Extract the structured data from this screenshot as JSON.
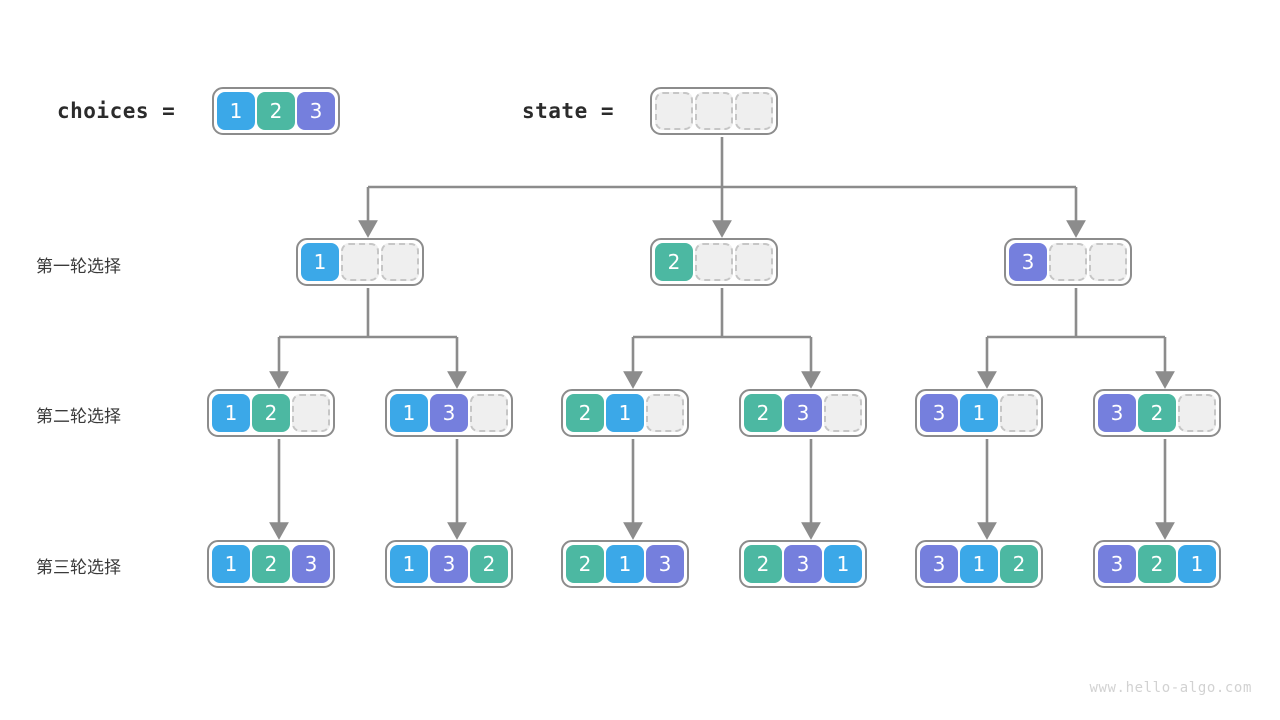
{
  "header": {
    "choices_label": "choices =",
    "state_label": "state ="
  },
  "rows": [
    {
      "label": "第一轮选择"
    },
    {
      "label": "第二轮选择"
    },
    {
      "label": "第三轮选择"
    }
  ],
  "colors": {
    "value_1": "#3ba8e8",
    "value_2": "#4cb8a2",
    "value_3": "#757fdd",
    "empty_fill": "#efefef",
    "empty_border": "#c6c6c6",
    "box_border": "#8c8c8c",
    "connector": "#8c8c8c",
    "text": "#2b2b2b",
    "watermark": "#d2d2d2",
    "background": "#ffffff"
  },
  "arrays": {
    "choices": {
      "cells": [
        "1",
        "2",
        "3"
      ]
    },
    "state_root": {
      "cells": [
        "",
        "",
        ""
      ]
    },
    "level1_n1": {
      "cells": [
        "1",
        "",
        ""
      ]
    },
    "level1_n2": {
      "cells": [
        "2",
        "",
        ""
      ]
    },
    "level1_n3": {
      "cells": [
        "3",
        "",
        ""
      ]
    },
    "level2_n1": {
      "cells": [
        "1",
        "2",
        ""
      ]
    },
    "level2_n2": {
      "cells": [
        "1",
        "3",
        ""
      ]
    },
    "level2_n3": {
      "cells": [
        "2",
        "1",
        ""
      ]
    },
    "level2_n4": {
      "cells": [
        "2",
        "3",
        ""
      ]
    },
    "level2_n5": {
      "cells": [
        "3",
        "1",
        ""
      ]
    },
    "level2_n6": {
      "cells": [
        "3",
        "2",
        ""
      ]
    },
    "level3_n1": {
      "cells": [
        "1",
        "2",
        "3"
      ]
    },
    "level3_n2": {
      "cells": [
        "1",
        "3",
        "2"
      ]
    },
    "level3_n3": {
      "cells": [
        "2",
        "1",
        "3"
      ]
    },
    "level3_n4": {
      "cells": [
        "2",
        "3",
        "1"
      ]
    },
    "level3_n5": {
      "cells": [
        "3",
        "1",
        "2"
      ]
    },
    "level3_n6": {
      "cells": [
        "3",
        "2",
        "1"
      ]
    }
  },
  "watermark": "www.hello-algo.com"
}
